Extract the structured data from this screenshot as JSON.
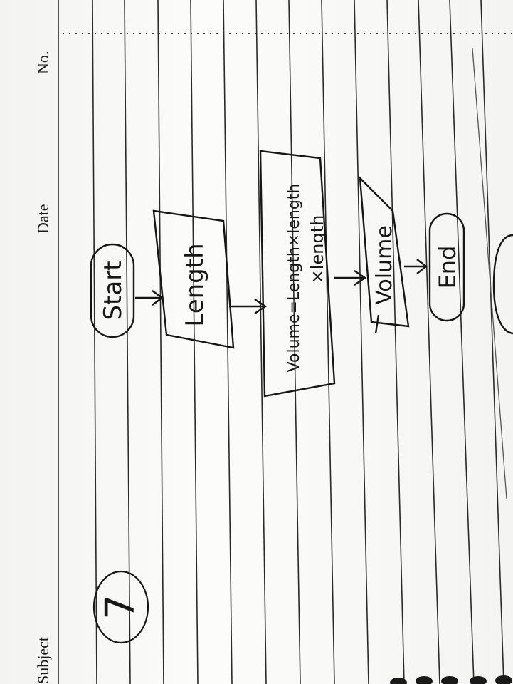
{
  "header": {
    "subject_label": "Subject",
    "date_label": "Date",
    "no_label": "No."
  },
  "page_number": "7",
  "flowchart": {
    "start": "Start",
    "input": "Length",
    "process_line1": "Volume=Length×length",
    "process_line2": "×length",
    "output": "Volume",
    "end": "End"
  },
  "colors": {
    "ink": "#161616",
    "paper": "#fbfbfa",
    "rule": "#2a2a2a"
  }
}
